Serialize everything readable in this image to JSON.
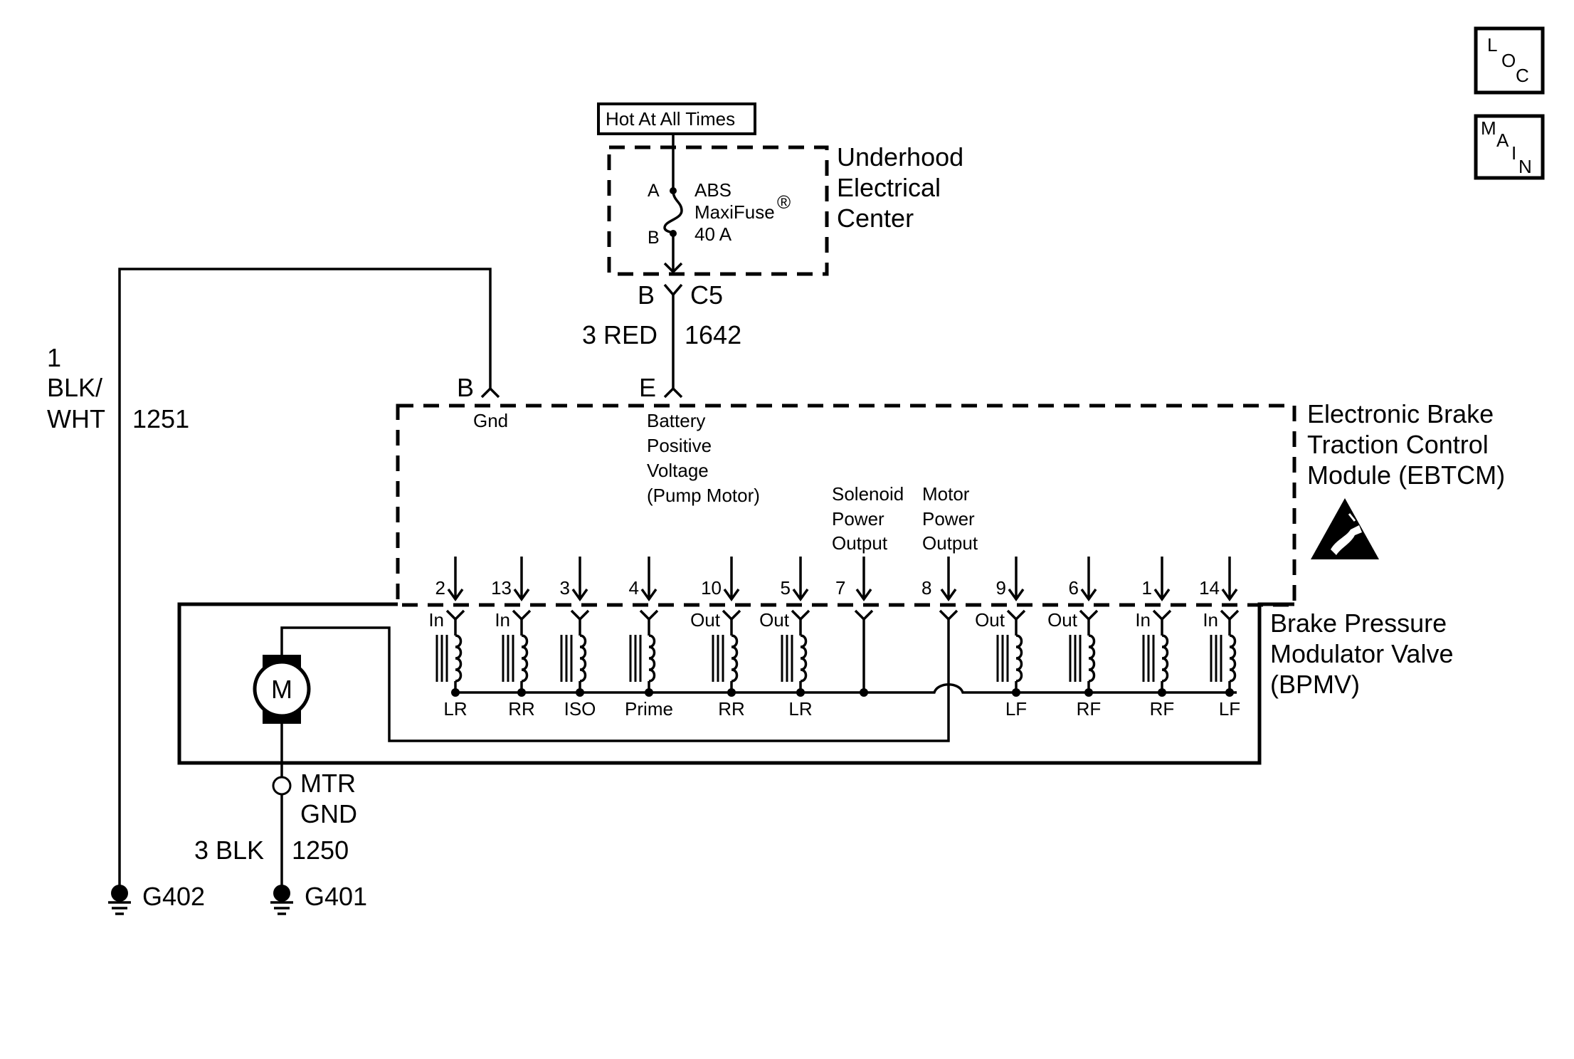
{
  "badges": {
    "loc": [
      "L",
      "O",
      "C"
    ],
    "main": [
      "M",
      "A",
      "I",
      "N"
    ]
  },
  "fuse_block": {
    "supply": "Hot At All Times",
    "title": [
      "Underhood",
      "Electrical",
      "Center"
    ],
    "fuse": [
      "ABS",
      "MaxiFuse",
      "40 A"
    ],
    "registered": "®",
    "term_a": "A",
    "term_b": "B",
    "connector_pin": "B",
    "connector": "C5"
  },
  "wire_1642": {
    "gauge_color": "3 RED",
    "circuit": "1642"
  },
  "wire_1251": {
    "gauge": "1",
    "color": [
      "BLK/",
      "WHT"
    ],
    "circuit": "1251"
  },
  "wire_1250": {
    "gauge_color": "3 BLK",
    "circuit": "1250"
  },
  "ebtcm": {
    "title": [
      "Electronic Brake",
      "Traction Control",
      "Module (EBTCM)"
    ],
    "pin_gnd": "B",
    "gnd_label": "Gnd",
    "pin_batt": "E",
    "batt_label": [
      "Battery",
      "Positive",
      "Voltage",
      "(Pump Motor)"
    ],
    "solenoid_label": [
      "Solenoid",
      "Power",
      "Output"
    ],
    "motor_label": [
      "Motor",
      "Power",
      "Output"
    ]
  },
  "bpmv": {
    "title": [
      "Brake Pressure",
      "Modulator Valve",
      "(BPMV)"
    ],
    "motor": "M",
    "mtr_gnd": [
      "MTR",
      "GND"
    ],
    "solenoids": [
      {
        "pin": "2",
        "type": "In",
        "wheel": "LR"
      },
      {
        "pin": "13",
        "type": "In",
        "wheel": "RR"
      },
      {
        "pin": "3",
        "type": "",
        "wheel": "ISO"
      },
      {
        "pin": "4",
        "type": "",
        "wheel": "Prime"
      },
      {
        "pin": "10",
        "type": "Out",
        "wheel": "RR"
      },
      {
        "pin": "5",
        "type": "Out",
        "wheel": "LR"
      },
      {
        "pin": "9",
        "type": "Out",
        "wheel": "LF"
      },
      {
        "pin": "6",
        "type": "Out",
        "wheel": "RF"
      },
      {
        "pin": "1",
        "type": "In",
        "wheel": "RF"
      },
      {
        "pin": "14",
        "type": "In",
        "wheel": "LF"
      }
    ],
    "pin_solenoid_power": "7",
    "pin_motor_power": "8"
  },
  "grounds": {
    "left": "G402",
    "right": "G401"
  }
}
